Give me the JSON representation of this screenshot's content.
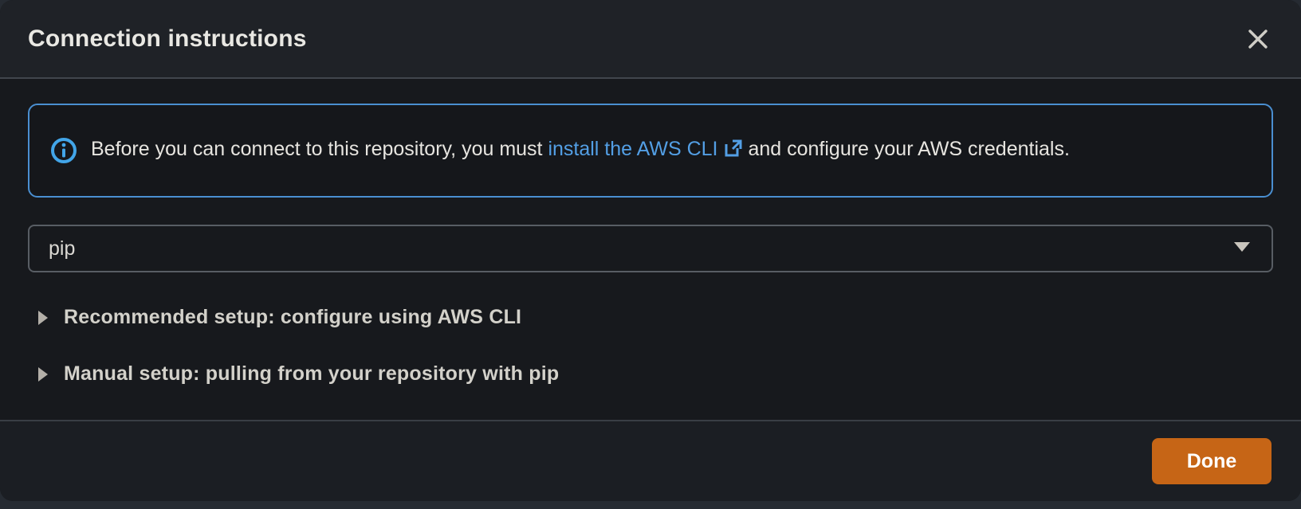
{
  "modal": {
    "title": "Connection instructions",
    "close_icon": "x"
  },
  "alert": {
    "type": "info",
    "text_before_link": "Before you can connect to this repository, you must ",
    "link_text": "install the AWS CLI",
    "text_after_link": " and configure your AWS credentials."
  },
  "package_manager_select": {
    "value": "pip"
  },
  "sections": [
    {
      "label": "Recommended setup: configure using AWS CLI",
      "expanded": false
    },
    {
      "label": "Manual setup: pulling from your repository with pip",
      "expanded": false
    }
  ],
  "footer": {
    "done_label": "Done"
  },
  "colors": {
    "link_blue": "#539fe5",
    "info_border_blue": "#4a8fd1",
    "info_icon_blue": "#42a5e8",
    "primary_button_orange": "#c66516",
    "modal_background": "#17191d",
    "header_background": "#1f2227",
    "title_text": "#e9e8e3"
  }
}
